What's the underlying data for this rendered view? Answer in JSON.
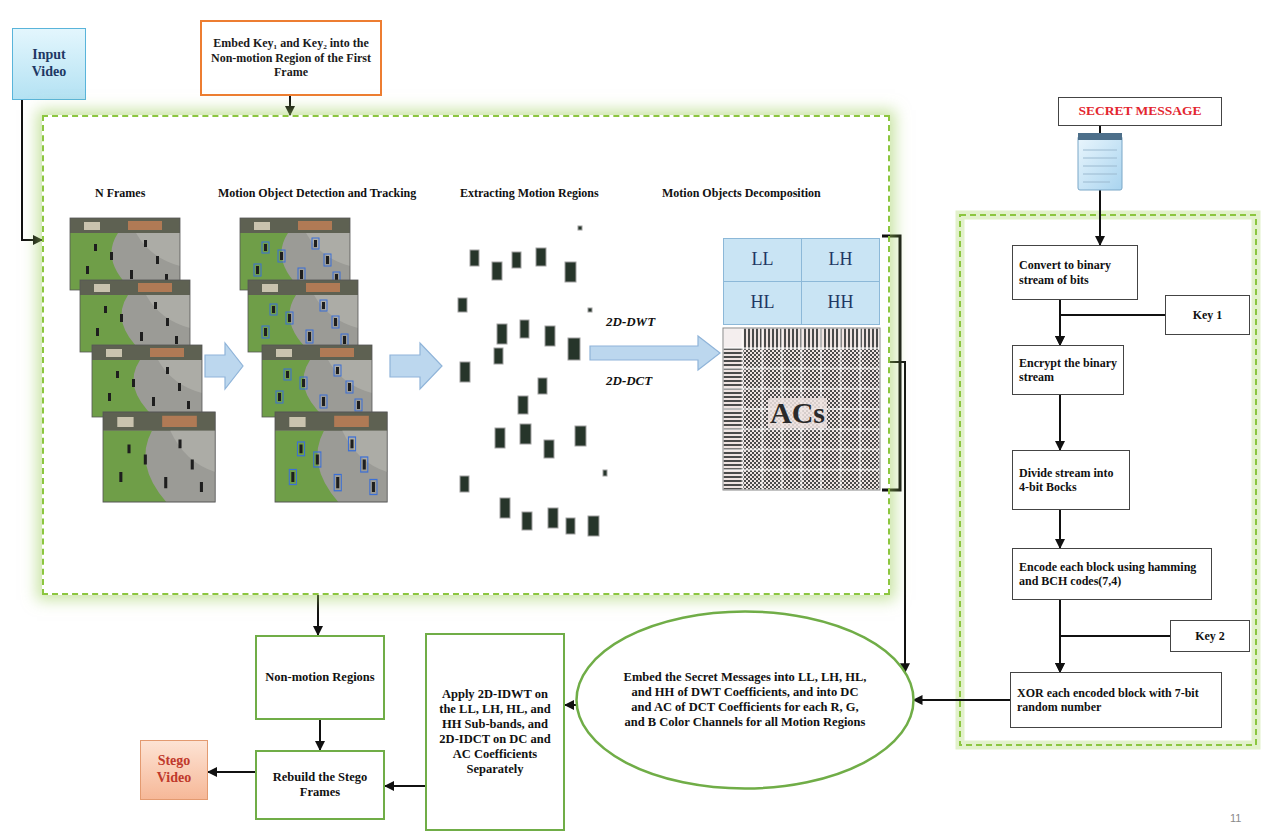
{
  "diagram": {
    "nodes": [
      {
        "text": [
          "Input Video"
        ]
      },
      {
        "text": [
          "Embed Key₁ and Key₂ into the Non-motion Region of the First Frame"
        ]
      },
      {
        "text": [
          "N Frames",
          "Motion Object Detection and Tracking",
          "Extracting Motion Regions",
          "Motion Objects Decomposition",
          "2D-DWT",
          "2D-DCT"
        ]
      },
      {
        "text": [
          "LL"
        ],
        "in": 2
      },
      {
        "text": [
          "LH"
        ],
        "in": 2
      },
      {
        "text": [
          "HL"
        ],
        "in": 2
      },
      {
        "text": [
          "HH"
        ],
        "in": 2
      },
      {
        "text": [
          "SECRET MESSAGE"
        ]
      },
      {
        "text": [
          "Convert to binary stream of bits"
        ]
      },
      {
        "text": [
          "Key 1"
        ]
      },
      {
        "text": [
          "Encrypt the binary stream"
        ]
      },
      {
        "text": [
          "Divide stream into 4-bit Bocks"
        ]
      },
      {
        "text": [
          "Encode each block using hamming and BCH codes(7,4)"
        ]
      },
      {
        "text": [
          "Key 2"
        ]
      },
      {
        "text": [
          "XOR each encoded block with 7-bit random number"
        ]
      },
      {
        "text": [
          "Embed the Secret Messages into LL, LH, HL, and HH of DWT Coefficients, and into DC and AC of DCT Coefficients for each R, G, and B Color Channels for all Motion Regions"
        ]
      },
      {
        "text": [
          "Non-motion Regions"
        ]
      },
      {
        "text": [
          "Apply 2D-IDWT on the LL, LH, HL, and HH Sub-bands, and 2D-IDCT on DC and AC Coefficients Separately"
        ]
      },
      {
        "text": [
          "Rebuild the Stego Frames"
        ]
      },
      {
        "text": [
          "Stego Video"
        ]
      }
    ],
    "edges": [
      {
        "from": 0,
        "to": 2,
        "arrow": "to"
      },
      {
        "from": 1,
        "to": 2,
        "arrow": "to"
      },
      {
        "from": 2,
        "to": 15,
        "arrow": "to"
      },
      {
        "from": 2,
        "to": 16,
        "arrow": "to"
      },
      {
        "from": 16,
        "to": 18,
        "arrow": "to"
      },
      {
        "from": 15,
        "to": 17,
        "arrow": "to"
      },
      {
        "from": 17,
        "to": 18,
        "arrow": "to"
      },
      {
        "from": 18,
        "to": 19,
        "arrow": "to"
      },
      {
        "from": 7,
        "to": 8,
        "arrow": "to"
      },
      {
        "from": 8,
        "to": 10,
        "arrow": "to"
      },
      {
        "from": 9,
        "to": 10,
        "arrow": "to"
      },
      {
        "from": 10,
        "to": 11,
        "arrow": "to"
      },
      {
        "from": 11,
        "to": 12,
        "arrow": "to"
      },
      {
        "from": 12,
        "to": 14,
        "arrow": "to"
      },
      {
        "from": 13,
        "to": 14,
        "arrow": "to"
      },
      {
        "from": 14,
        "to": 15,
        "arrow": "to"
      }
    ],
    "labels": [
      "ACs",
      "11"
    ]
  }
}
